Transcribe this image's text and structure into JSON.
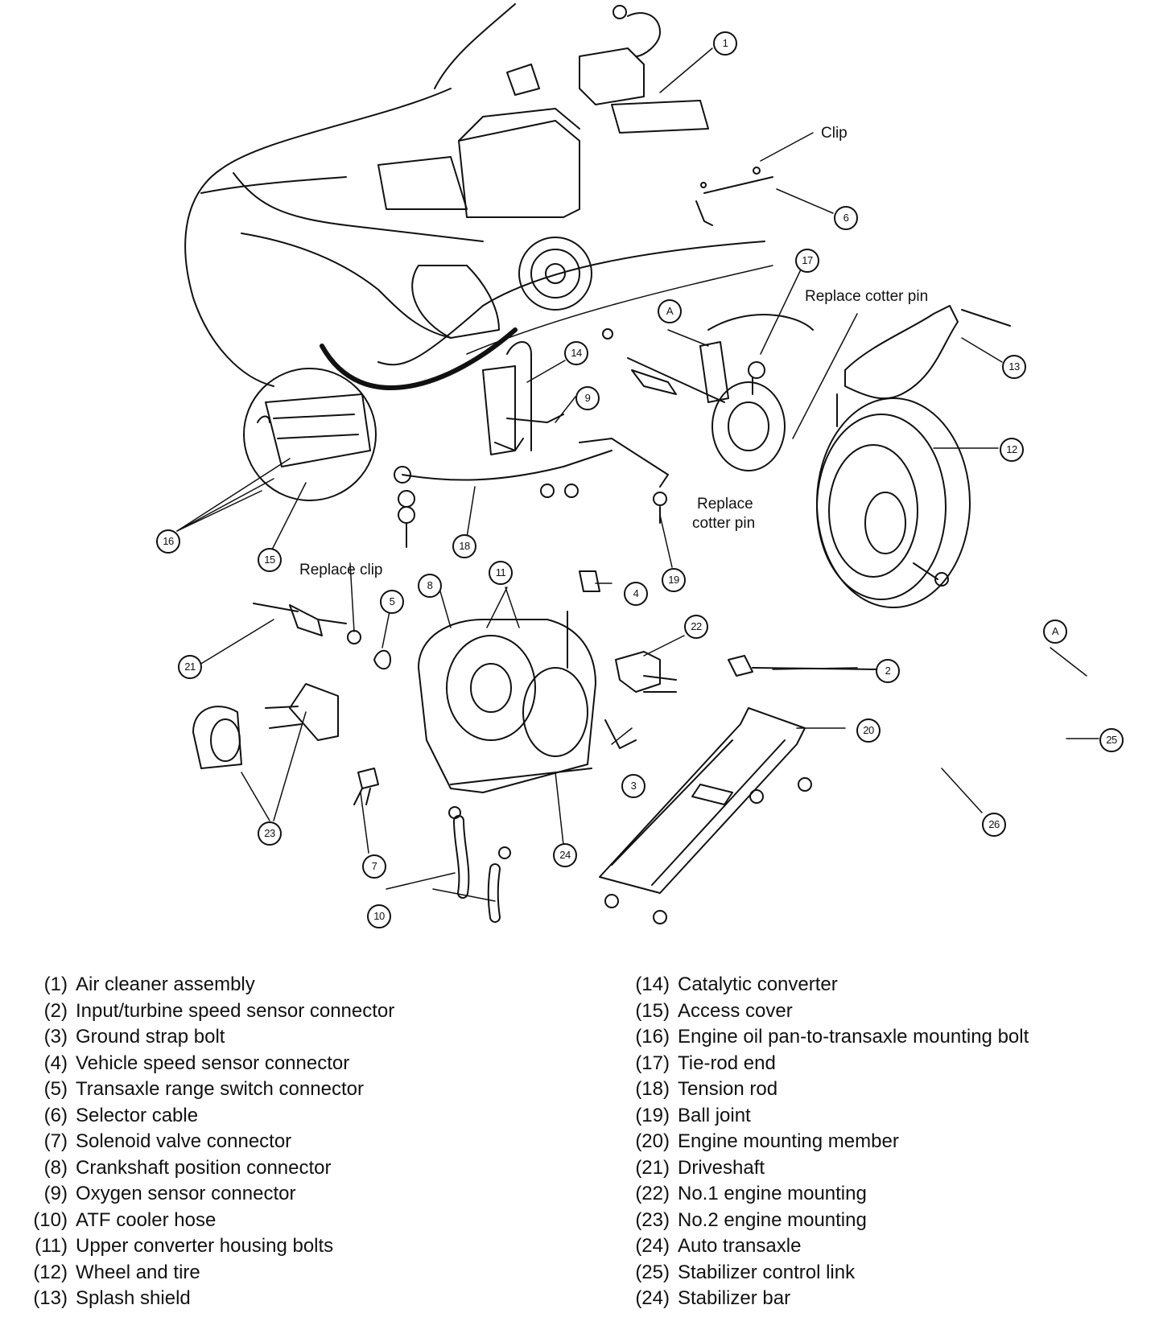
{
  "diagram": {
    "notes": {
      "clip": "Clip",
      "replace_cotter_pin_top": "Replace cotter pin",
      "replace_cotter_pin_bottom_1": "Replace",
      "replace_cotter_pin_bottom_2": "cotter pin",
      "replace_clip": "Replace clip"
    },
    "callouts": {
      "c1": "1",
      "c2": "2",
      "c3": "3",
      "c4": "4",
      "c5": "5",
      "c6": "6",
      "c7": "7",
      "c8": "8",
      "c9": "9",
      "c10": "10",
      "c11": "11",
      "c12": "12",
      "c13": "13",
      "c14": "14",
      "c15": "15",
      "c16": "16",
      "c17": "17",
      "c18": "18",
      "c19": "19",
      "c20": "20",
      "c21": "21",
      "c22": "22",
      "c23": "23",
      "c24": "24",
      "c25": "25",
      "c26": "26",
      "cA1": "A",
      "cA2": "A"
    }
  },
  "legend": {
    "left": [
      {
        "num": "(1)",
        "label": "Air cleaner assembly"
      },
      {
        "num": "(2)",
        "label": "Input/turbine speed sensor connector"
      },
      {
        "num": "(3)",
        "label": "Ground strap bolt"
      },
      {
        "num": "(4)",
        "label": "Vehicle speed sensor connector"
      },
      {
        "num": "(5)",
        "label": "Transaxle range switch connector"
      },
      {
        "num": "(6)",
        "label": "Selector cable"
      },
      {
        "num": "(7)",
        "label": "Solenoid valve connector"
      },
      {
        "num": "(8)",
        "label": "Crankshaft position connector"
      },
      {
        "num": "(9)",
        "label": "Oxygen sensor connector"
      },
      {
        "num": "(10)",
        "label": "ATF cooler hose"
      },
      {
        "num": "(11)",
        "label": "Upper converter housing bolts"
      },
      {
        "num": "(12)",
        "label": "Wheel and tire"
      },
      {
        "num": "(13)",
        "label": "Splash shield"
      }
    ],
    "right": [
      {
        "num": "(14)",
        "label": "Catalytic converter"
      },
      {
        "num": "(15)",
        "label": "Access cover"
      },
      {
        "num": "(16)",
        "label": "Engine oil pan-to-transaxle mounting bolt"
      },
      {
        "num": "(17)",
        "label": "Tie-rod end"
      },
      {
        "num": "(18)",
        "label": "Tension rod"
      },
      {
        "num": "(19)",
        "label": "Ball joint"
      },
      {
        "num": "(20)",
        "label": "Engine mounting member"
      },
      {
        "num": "(21)",
        "label": "Driveshaft"
      },
      {
        "num": "(22)",
        "label": "No.1 engine mounting"
      },
      {
        "num": "(23)",
        "label": "No.2 engine mounting"
      },
      {
        "num": "(24)",
        "label": "Auto transaxle"
      },
      {
        "num": "(25)",
        "label": "Stabilizer control link"
      },
      {
        "num": "(24)",
        "label": "Stabilizer bar"
      }
    ]
  }
}
